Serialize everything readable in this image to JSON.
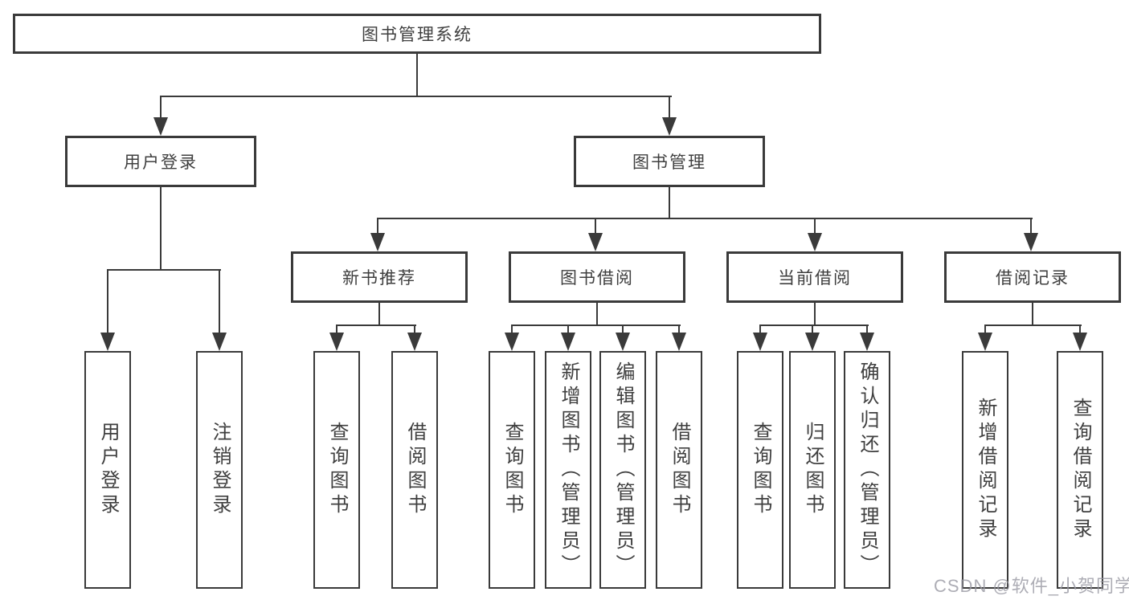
{
  "colors": {
    "line": "#3a3a3a",
    "box_border": "#3a3a3a",
    "text": "#3f3f3f",
    "watermark": "#9898a3",
    "background": "#ffffff"
  },
  "watermark": {
    "text": "CSDN @软件_小贺同学"
  },
  "tree": {
    "root": {
      "label": "图书管理系统"
    },
    "children": [
      {
        "label": "用户登录",
        "children": [
          {
            "label": "用户登录"
          },
          {
            "label": "注销登录"
          }
        ]
      },
      {
        "label": "图书管理",
        "children": [
          {
            "label": "新书推荐",
            "children": [
              {
                "label": "查询图书"
              },
              {
                "label": "借阅图书"
              }
            ]
          },
          {
            "label": "图书借阅",
            "children": [
              {
                "label": "查询图书"
              },
              {
                "label": "新增图书（管理员）"
              },
              {
                "label": "编辑图书（管理员）"
              },
              {
                "label": "借阅图书"
              }
            ]
          },
          {
            "label": "当前借阅",
            "children": [
              {
                "label": "查询图书"
              },
              {
                "label": "归还图书"
              },
              {
                "label": "确认归还（管理员）"
              }
            ]
          },
          {
            "label": "借阅记录",
            "children": [
              {
                "label": "新增借阅记录"
              },
              {
                "label": "查询借阅记录"
              }
            ]
          }
        ]
      }
    ]
  }
}
